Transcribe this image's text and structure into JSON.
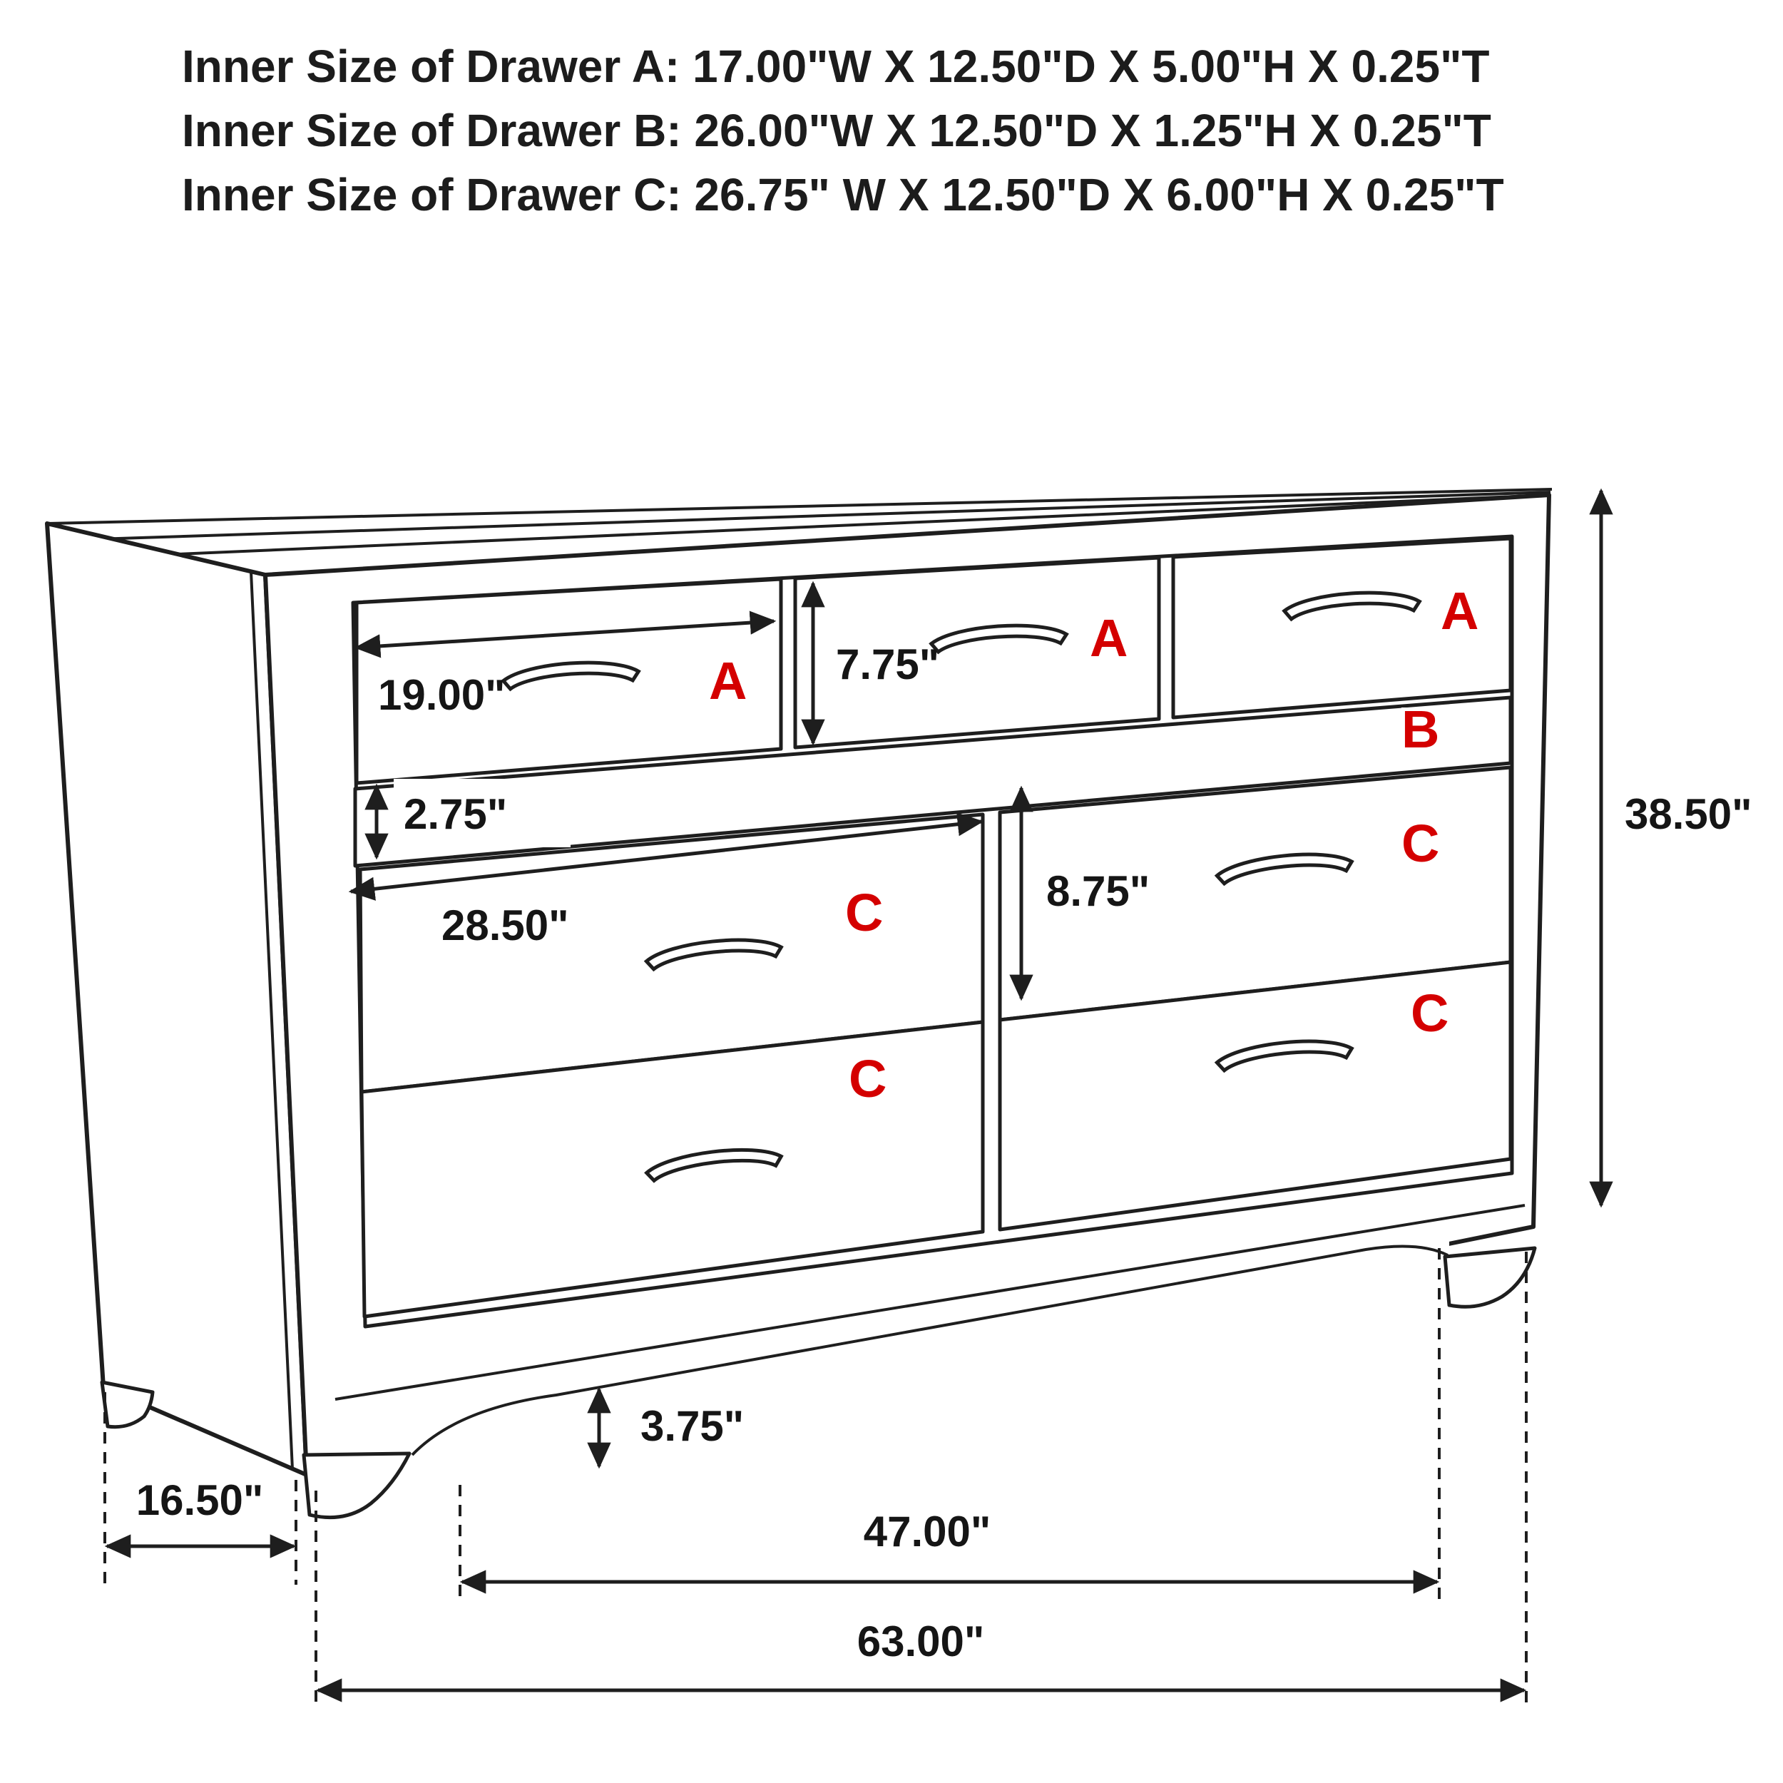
{
  "title_lines": [
    "Inner Size of Drawer A: 17.00\"W X 12.50\"D X 5.00\"H X 0.25\"T",
    "Inner Size of Drawer B: 26.00\"W X 12.50\"D X 1.25\"H X 0.25\"T",
    "Inner Size of Drawer C: 26.75\" W X 12.50\"D X 6.00\"H X 0.25\"T"
  ],
  "labels": {
    "a": "A",
    "b": "B",
    "c": "C"
  },
  "dims": {
    "drawer_a_width": "19.00\"",
    "drawer_a_height": "7.75\"",
    "drawer_b_height": "2.75\"",
    "drawer_c_width": "28.50\"",
    "drawer_c_height": "8.75\"",
    "overall_height": "38.50\"",
    "foot_height": "3.75\"",
    "depth": "16.50\"",
    "leg_span": "47.00\"",
    "overall_width": "63.00\""
  },
  "colors": {
    "label_red": "#d40000",
    "line": "#1e1e1e"
  }
}
